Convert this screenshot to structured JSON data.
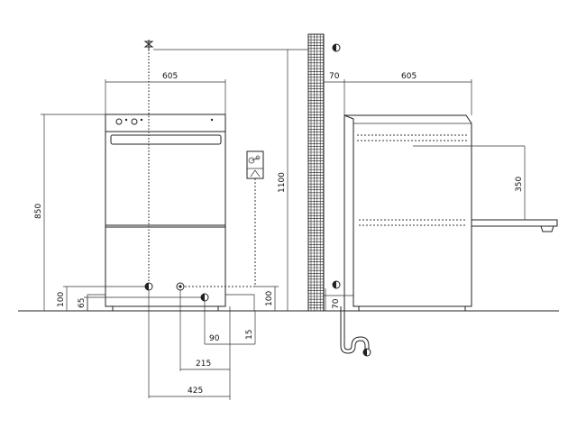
{
  "dimensions": {
    "front_width": "605",
    "height_total": "850",
    "wall_height": "1100",
    "base_100_left": "100",
    "base_65": "65",
    "right_100": "100",
    "dim_90": "90",
    "dim_15": "15",
    "dim_215": "215",
    "dim_425": "425",
    "side_70_top": "70",
    "side_width": "605",
    "side_350": "350",
    "side_70_bottom": "70"
  },
  "colors": {
    "line": "#222222",
    "background": "#ffffff"
  },
  "icons": [
    "water-valve-icon",
    "socket-icon",
    "half-filled-circle-icon",
    "drain-trap-icon"
  ]
}
